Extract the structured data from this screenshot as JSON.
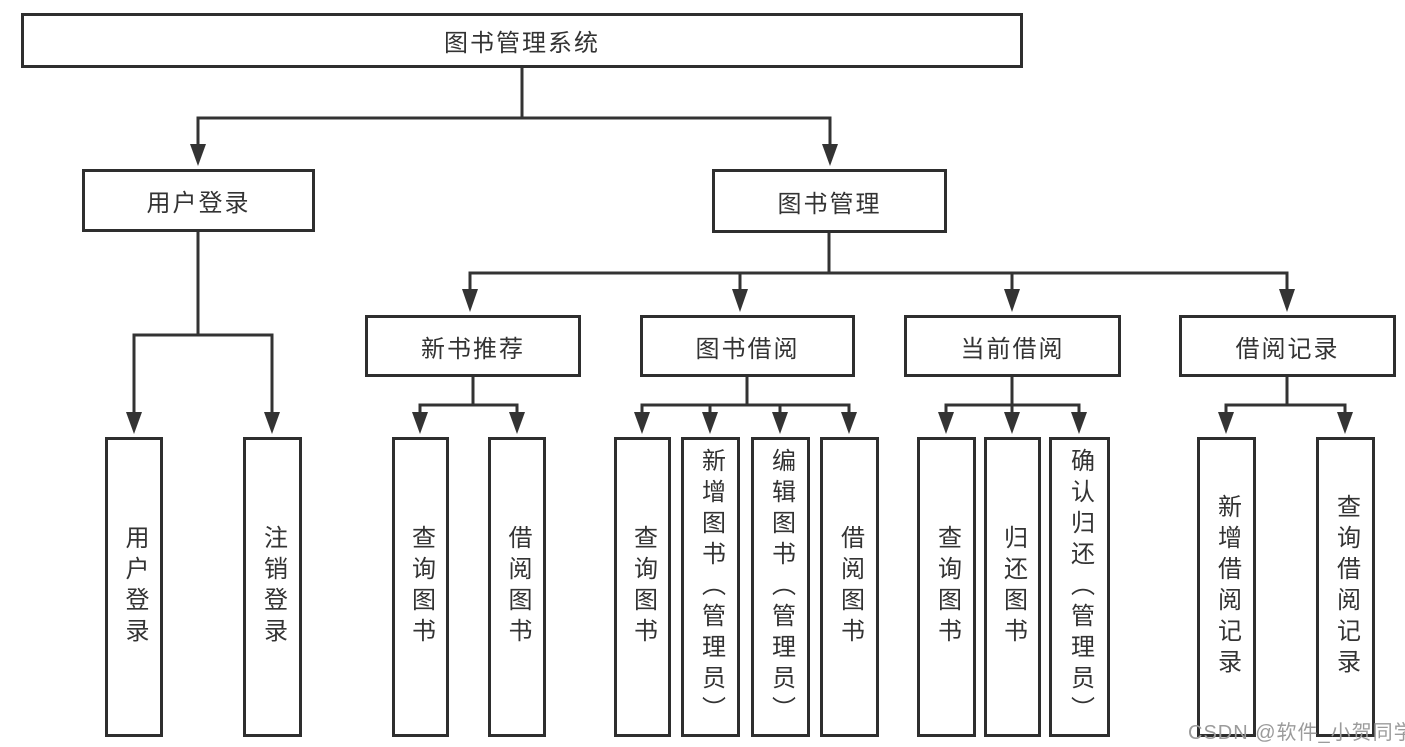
{
  "diagram": {
    "root": {
      "label": "图书管理系统"
    },
    "level2": {
      "user_login": {
        "label": "用户登录"
      },
      "book_management": {
        "label": "图书管理"
      }
    },
    "level3": {
      "new_book_recommend": {
        "label": "新书推荐"
      },
      "book_borrow": {
        "label": "图书借阅"
      },
      "current_borrow": {
        "label": "当前借阅"
      },
      "borrow_records": {
        "label": "借阅记录"
      }
    },
    "leaves": {
      "user_login": {
        "label": "用户登录"
      },
      "logout": {
        "label": "注销登录"
      },
      "query_books_recommend": {
        "label": "查询图书"
      },
      "borrow_books_recommend": {
        "label": "借阅图书"
      },
      "query_books_borrow": {
        "label": "查询图书"
      },
      "add_book_admin": {
        "label": "新增图书（管理员）"
      },
      "edit_book_admin": {
        "label": "编辑图书（管理员）"
      },
      "borrow_books_borrow": {
        "label": "借阅图书"
      },
      "query_books_current": {
        "label": "查询图书"
      },
      "return_book": {
        "label": "归还图书"
      },
      "confirm_return_admin": {
        "label": "确认归还（管理员）"
      },
      "add_borrow_record": {
        "label": "新增借阅记录"
      },
      "query_borrow_record": {
        "label": "查询借阅记录"
      }
    }
  },
  "watermark": {
    "text": "CSDN @软件_小贺同学"
  },
  "colors": {
    "line": "#333333",
    "box_border": "#2e2e2e",
    "text": "#333333",
    "watermark": "#9b9b9b",
    "background": "#ffffff"
  }
}
